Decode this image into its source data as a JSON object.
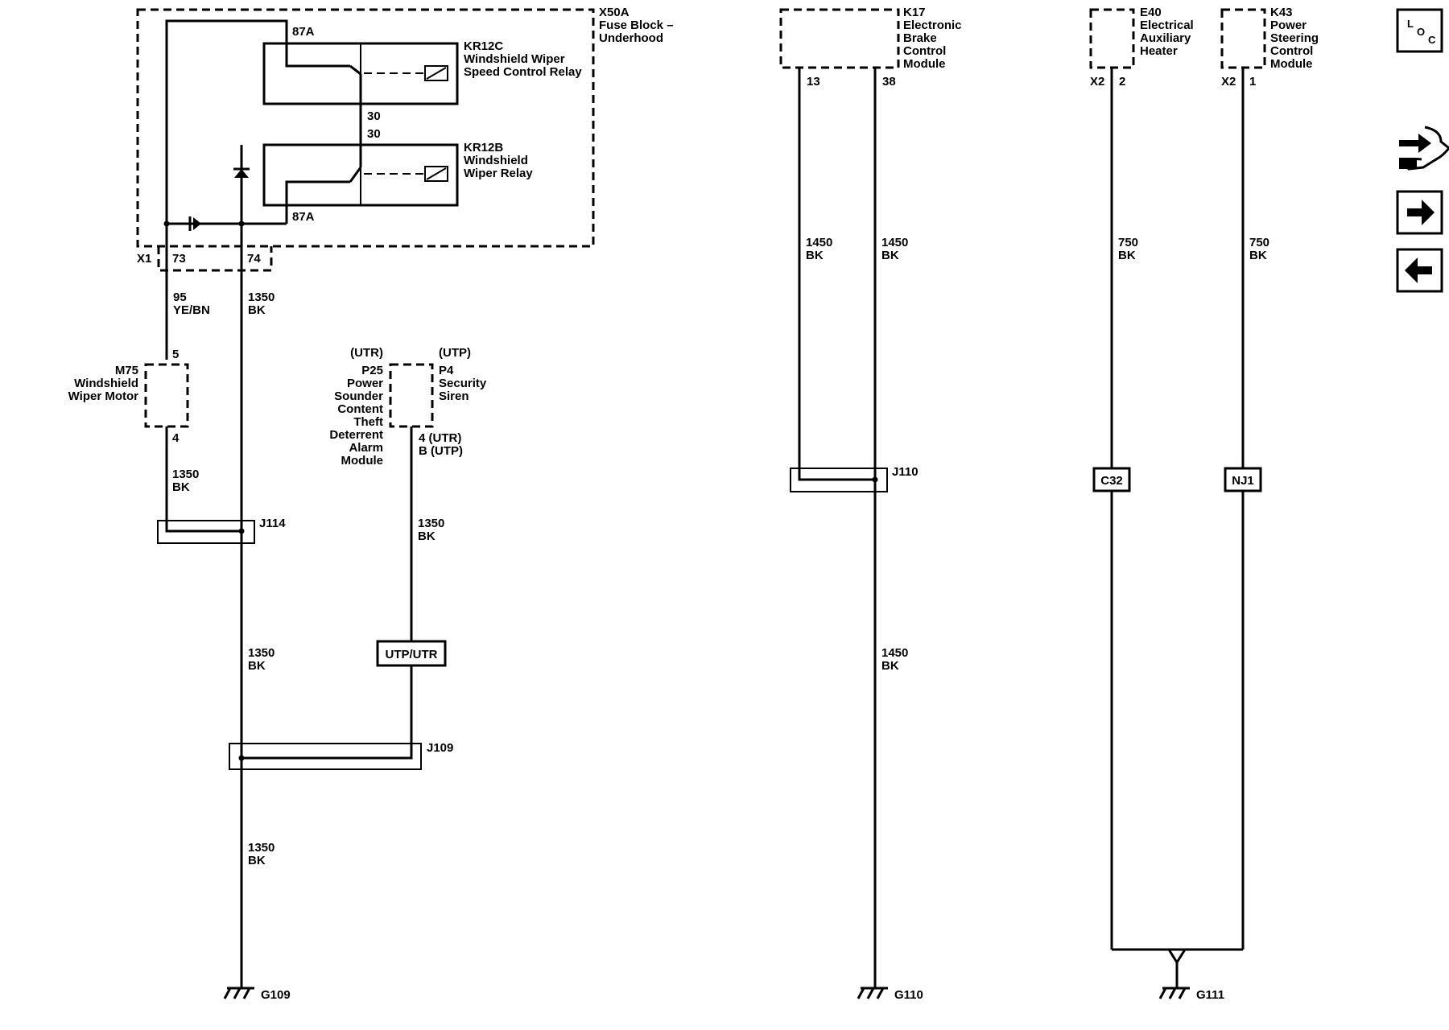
{
  "fuse_block": {
    "ref": "X50A",
    "name_line1": "Fuse Block –",
    "name_line2": "Underhood",
    "connector": "X1",
    "pin_73": "73",
    "pin_74": "74"
  },
  "relay_kr12c": {
    "ref": "KR12C",
    "name_line1": "Windshield Wiper",
    "name_line2": "Speed Control Relay",
    "pin_87a": "87A",
    "pin_30": "30"
  },
  "relay_kr12b": {
    "ref": "KR12B",
    "name_line1": "Windshield",
    "name_line2": "Wiper Relay",
    "pin_87a": "87A",
    "pin_30": "30"
  },
  "wiper_motor": {
    "ref": "M75",
    "name_line1": "Windshield",
    "name_line2": "Wiper Motor",
    "pin_top": "5",
    "pin_bottom": "4"
  },
  "sounder": {
    "option": "(UTR)",
    "ref": "P25",
    "name_lines": [
      "Power",
      "Sounder",
      "Content",
      "Theft",
      "Deterrent",
      "Alarm",
      "Module"
    ]
  },
  "siren": {
    "option": "(UTP)",
    "ref": "P4",
    "name_line1": "Security",
    "name_line2": "Siren",
    "pin_line1": "4 (UTR)",
    "pin_line2": "B (UTP)"
  },
  "ebcm": {
    "ref": "K17",
    "name_lines": [
      "Electronic",
      "Brake",
      "Control",
      "Module"
    ],
    "pin_a": "13",
    "pin_b": "38"
  },
  "heater": {
    "ref": "E40",
    "name_lines": [
      "Electrical",
      "Auxiliary",
      "Heater"
    ],
    "connector": "X2",
    "pin": "2"
  },
  "pscm": {
    "ref": "K43",
    "name_lines": [
      "Power",
      "Steering",
      "Control",
      "Module"
    ],
    "connector": "X2",
    "pin": "1"
  },
  "wires": {
    "w95_gauge": "95",
    "w95_color": "YE/BN",
    "w1350_gauge": "1350",
    "bk": "BK",
    "w1450_gauge": "1450",
    "w750_gauge": "750"
  },
  "splices": {
    "j114": "J114",
    "j109": "J109",
    "j110": "J110"
  },
  "inline": {
    "utp_utr": "UTP/UTR",
    "c32": "C32",
    "nj1": "NJ1"
  },
  "grounds": {
    "g109": "G109",
    "g110": "G110",
    "g111": "G111"
  },
  "toolbar": {
    "loc_l": "L",
    "loc_o": "O",
    "loc_c": "C"
  }
}
